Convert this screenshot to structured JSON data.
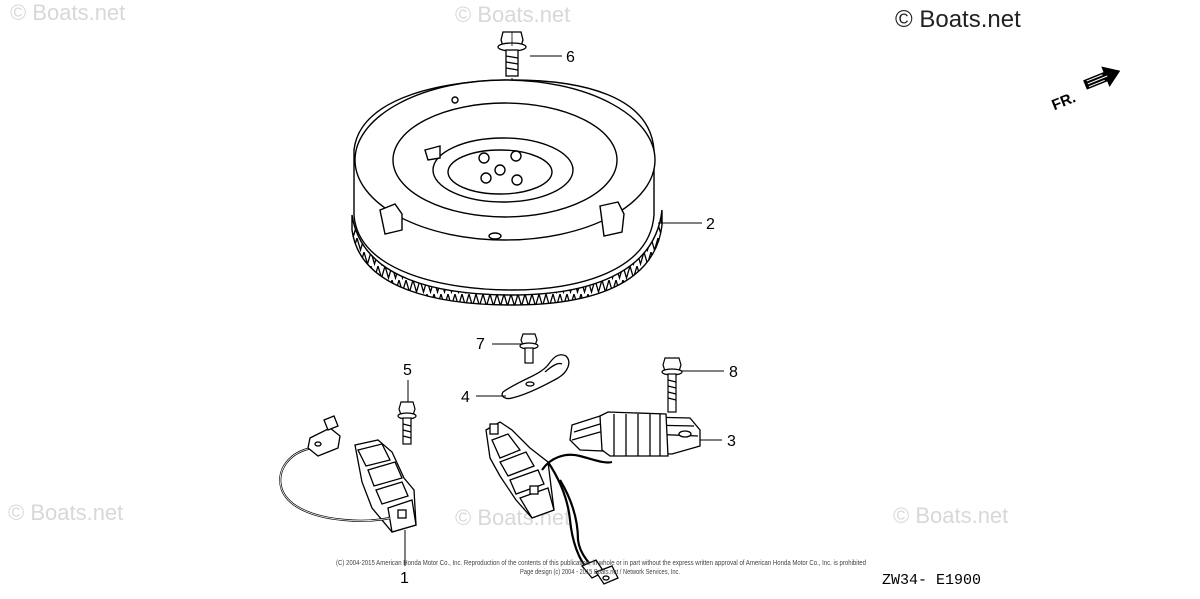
{
  "watermarks": {
    "main": "© Boats.net",
    "faint": "© Boats.net"
  },
  "direction_label": "FR.",
  "callouts": {
    "p1": "1",
    "p2": "2",
    "p3": "3",
    "p4": "4",
    "p5": "5",
    "p6": "6",
    "p7": "7",
    "p8": "8"
  },
  "footer": {
    "copyright_line": "(C) 2004-2015 American Honda Motor Co., Inc. Reproduction of the contents of this publication, in whole or in part without the express written approval of American Honda Motor Co., Inc. is prohibited",
    "design_line": "Page design (c) 2004 - 2015 Boats.net / Network Services, Inc.",
    "diagram_code": "ZW34- E1900"
  },
  "colors": {
    "line": "#000000",
    "watermark": "#d8d8d8"
  }
}
